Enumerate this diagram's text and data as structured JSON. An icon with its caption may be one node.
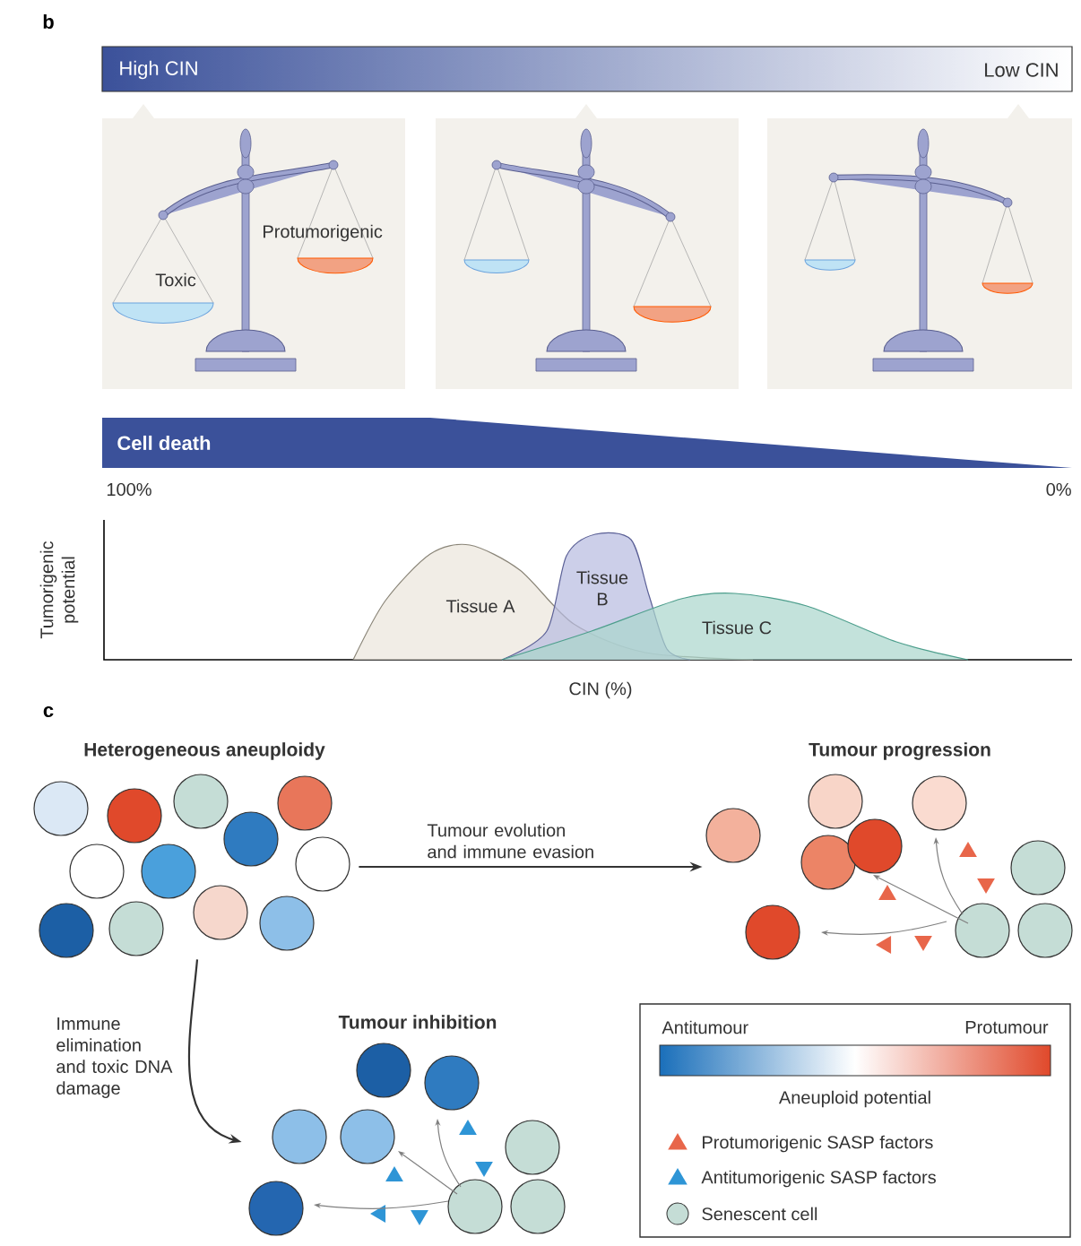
{
  "diagram": {
    "nodes": [
      {
        "text": [
          "Toxic",
          "Protumorigenic"
        ]
      },
      {
        "text": [],
        "shape": "picture"
      },
      {
        "text": [],
        "shape": "picture"
      },
      {
        "text": [
          "Heterogeneous aneuploidy"
        ]
      },
      {
        "text": [
          "Tumour progression"
        ]
      },
      {
        "text": [
          "Tumour inhibition"
        ]
      }
    ],
    "edges": [
      {
        "from": 3,
        "to": 4,
        "arrow": "to",
        "label": "Tumour evolution and immune evasion"
      },
      {
        "from": 3,
        "to": 5,
        "arrow": "to",
        "label": "Immune elimination and toxic DNA damage"
      }
    ],
    "labels": [
      "b",
      "High CIN",
      "Low CIN",
      "Cell death",
      "100%",
      "0%",
      "Tumorigenic potential",
      "Tissue A",
      "Tissue B",
      "Tissue C",
      "CIN (%)",
      "c",
      "Antitumour",
      "Protumour",
      "Aneuploid potential"
    ],
    "legend": [
      {
        "text": "Protumorigenic SASP factors"
      },
      {
        "text": "Antitumorigenic SASP factors"
      },
      {
        "text": "Senescent cell"
      }
    ]
  }
}
